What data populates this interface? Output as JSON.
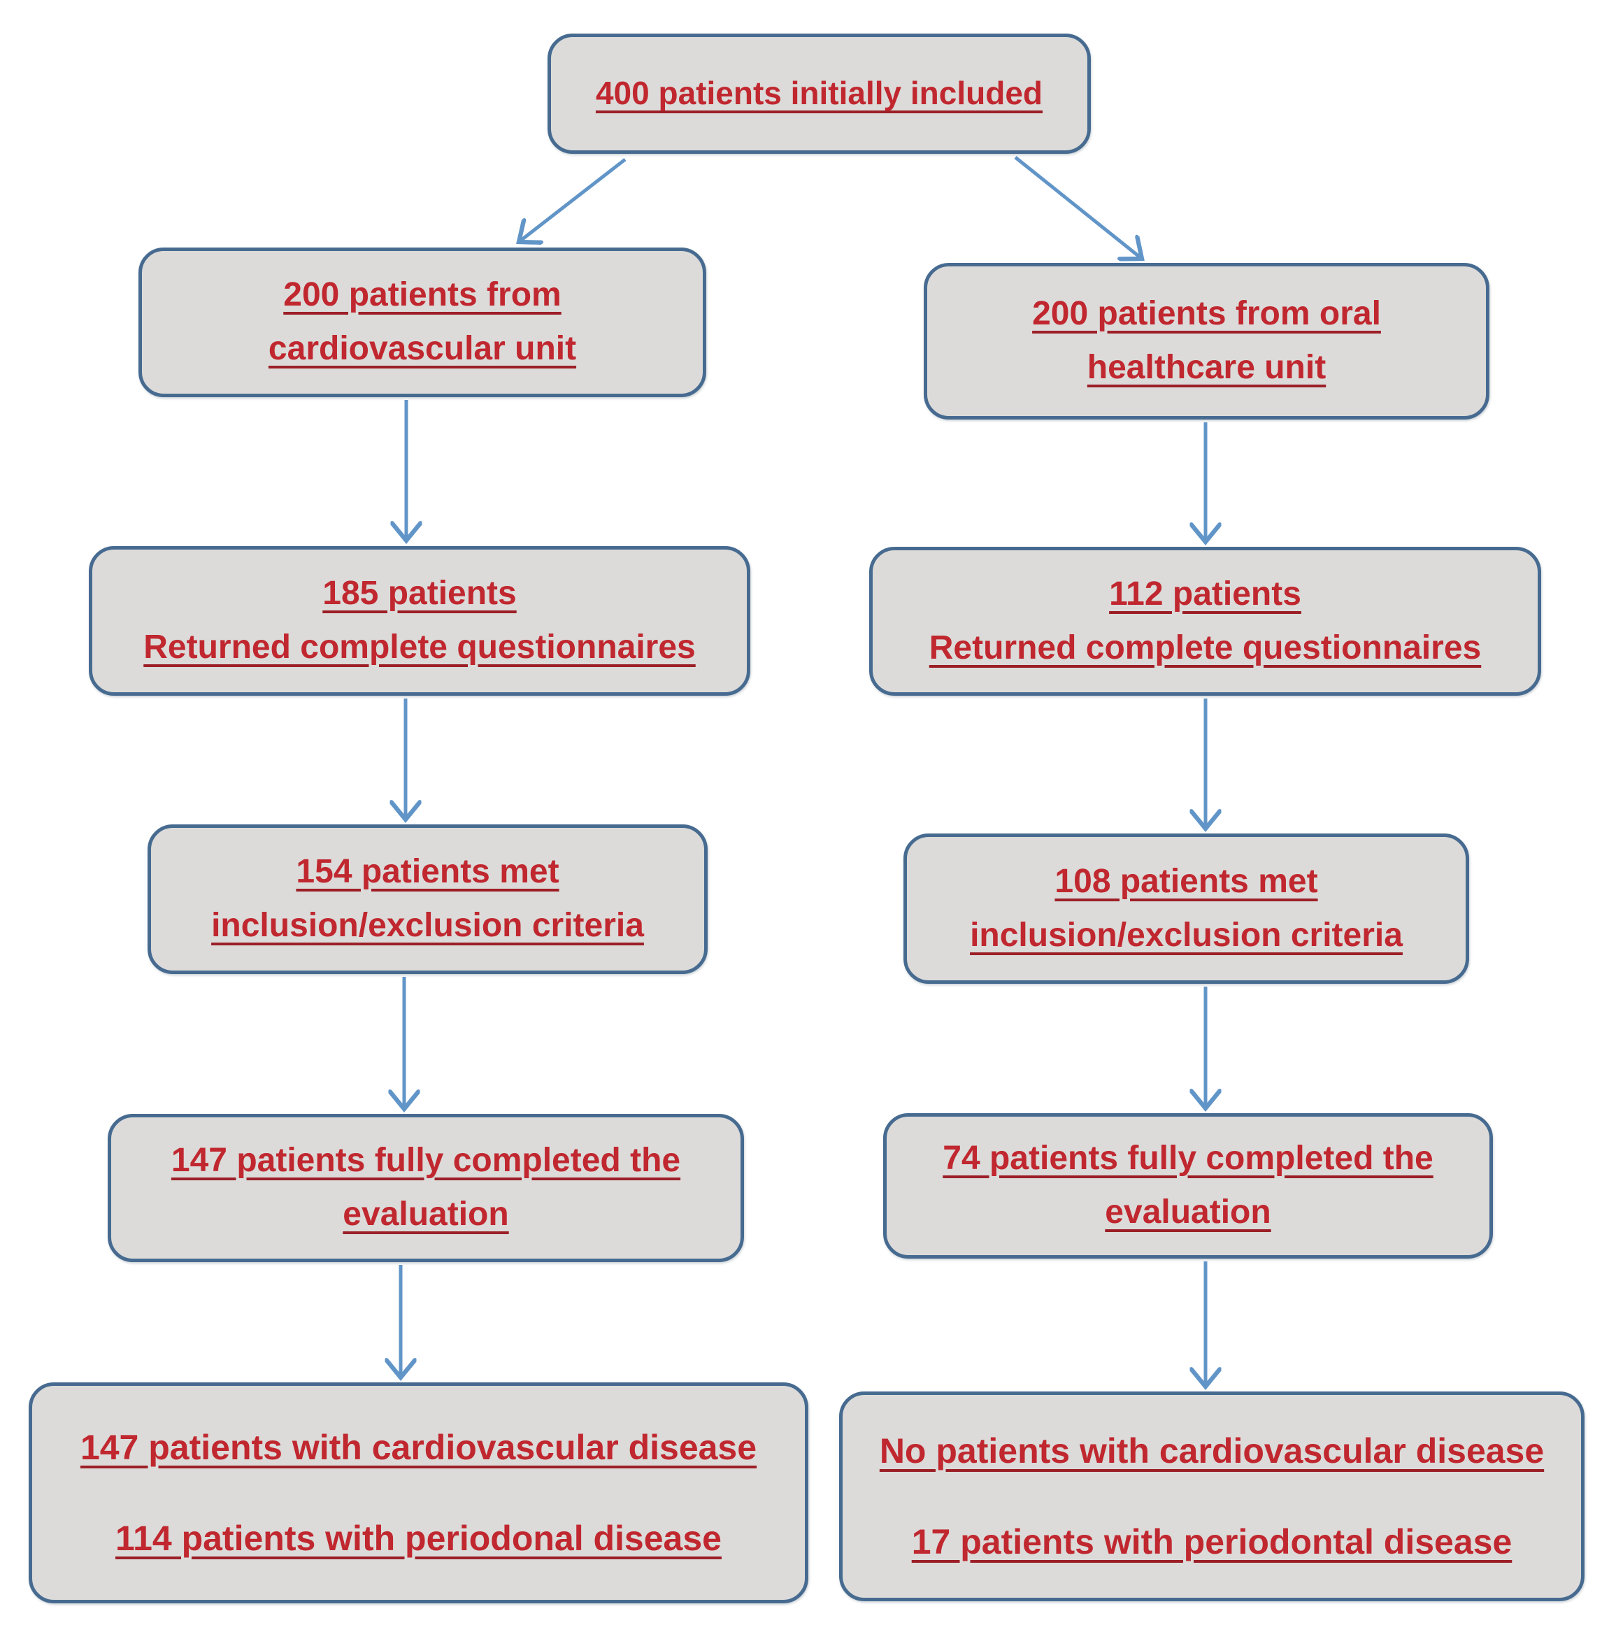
{
  "diagram": {
    "type": "flowchart",
    "description": "Patient enrollment flow diagram with two study arms",
    "colors": {
      "background": "#ffffff",
      "box_fill": "#dcdbd9",
      "box_border": "#476b90",
      "text_red": "#c0272f",
      "underline_red": "#9c1f27",
      "arrow_blue": "#6195c8"
    },
    "nodes": [
      {
        "id": "initial",
        "lines": [
          "400 patients initially included"
        ]
      },
      {
        "id": "cardio-unit",
        "lines": [
          "200 patients from",
          "cardiovascular unit"
        ]
      },
      {
        "id": "oral-unit",
        "lines": [
          "200 patients from oral",
          "healthcare unit"
        ]
      },
      {
        "id": "cardio-returned",
        "lines": [
          "185 patients",
          "Returned complete questionnaires"
        ]
      },
      {
        "id": "oral-returned",
        "lines": [
          "112 patients",
          "Returned complete questionnaires"
        ]
      },
      {
        "id": "cardio-criteria",
        "lines": [
          "154 patients met",
          "inclusion/exclusion criteria"
        ]
      },
      {
        "id": "oral-criteria",
        "lines": [
          "108 patients met",
          "inclusion/exclusion criteria"
        ]
      },
      {
        "id": "cardio-evaluation",
        "lines": [
          "147 patients fully completed the",
          "evaluation"
        ]
      },
      {
        "id": "oral-evaluation",
        "lines": [
          "74 patients fully completed the",
          "evaluation"
        ]
      },
      {
        "id": "cardio-outcome",
        "lines": [
          "147 patients with cardiovascular disease",
          "114 patients with periodonal disease"
        ]
      },
      {
        "id": "oral-outcome",
        "lines": [
          "No patients with cardiovascular disease",
          "17 patients with periodontal disease"
        ]
      }
    ],
    "edges": [
      {
        "from": "initial",
        "to": "cardio-unit"
      },
      {
        "from": "initial",
        "to": "oral-unit"
      },
      {
        "from": "cardio-unit",
        "to": "cardio-returned"
      },
      {
        "from": "oral-unit",
        "to": "oral-returned"
      },
      {
        "from": "cardio-returned",
        "to": "cardio-criteria"
      },
      {
        "from": "oral-returned",
        "to": "oral-criteria"
      },
      {
        "from": "cardio-criteria",
        "to": "cardio-evaluation"
      },
      {
        "from": "oral-criteria",
        "to": "oral-evaluation"
      },
      {
        "from": "cardio-evaluation",
        "to": "cardio-outcome"
      },
      {
        "from": "oral-evaluation",
        "to": "oral-outcome"
      }
    ]
  }
}
